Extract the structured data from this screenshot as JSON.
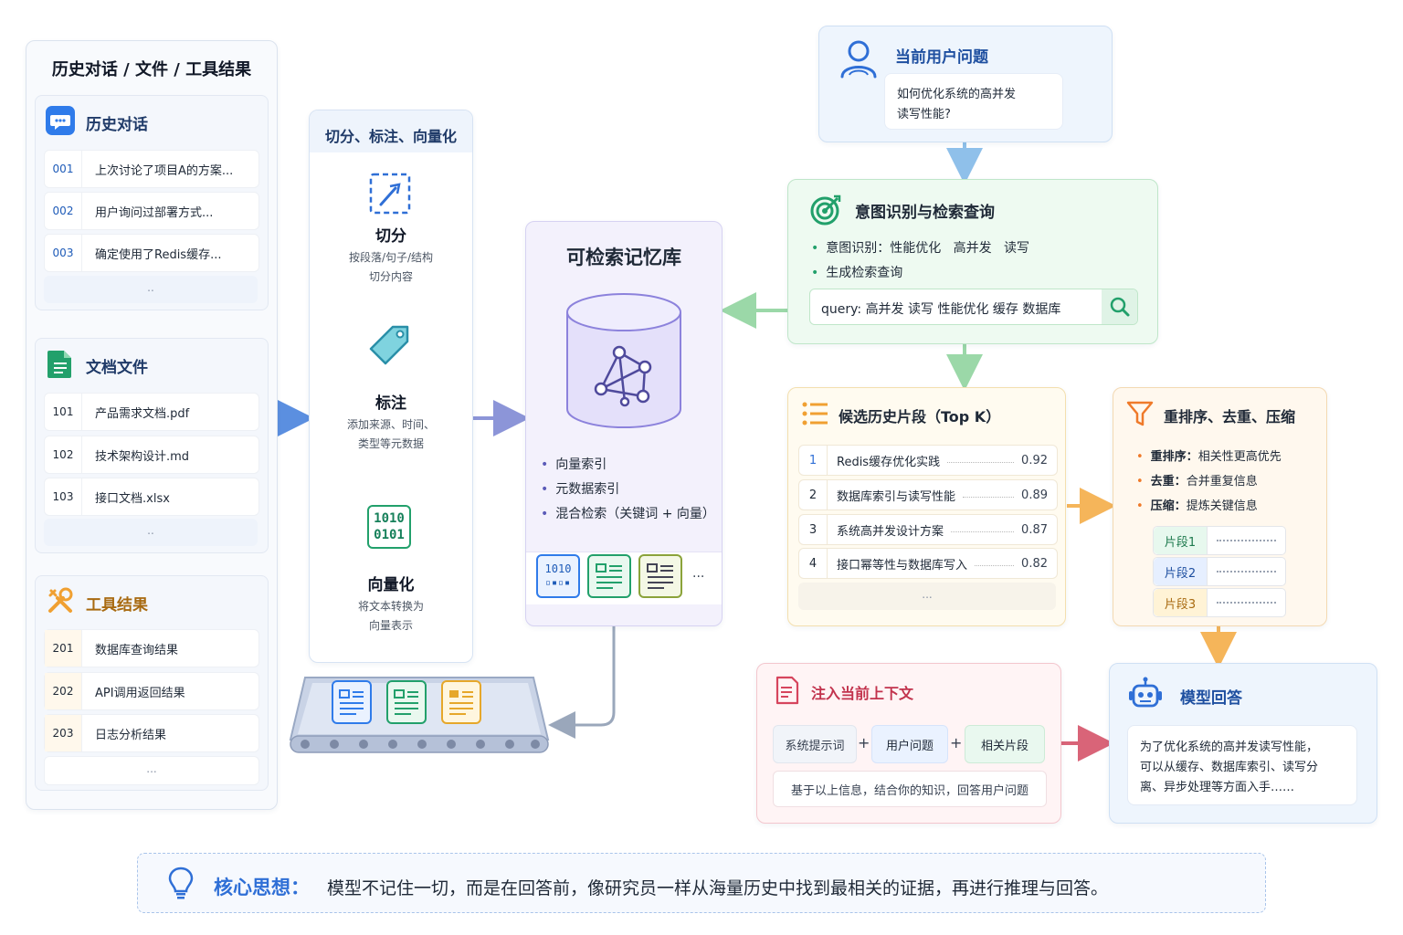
{
  "left": {
    "title": "历史对话 / 文件 / 工具结果",
    "history": {
      "title": "历史对话",
      "items": [
        {
          "id": "001",
          "text": "上次讨论了项目A的方案..."
        },
        {
          "id": "002",
          "text": "用户询问过部署方式..."
        },
        {
          "id": "003",
          "text": "确定使用了Redis缓存..."
        }
      ],
      "more": ".."
    },
    "docs": {
      "title": "文档文件",
      "items": [
        {
          "id": "101",
          "text": "产品需求文档.pdf"
        },
        {
          "id": "102",
          "text": "技术架构设计.md"
        },
        {
          "id": "103",
          "text": "接口文档.xlsx"
        }
      ],
      "more": ".."
    },
    "tools": {
      "title": "工具结果",
      "items": [
        {
          "id": "201",
          "text": "数据库查询结果"
        },
        {
          "id": "202",
          "text": "API调用返回结果"
        },
        {
          "id": "203",
          "text": "日志分析结果"
        }
      ],
      "more": "..."
    }
  },
  "process": {
    "title": "切分、标注、向量化",
    "split": {
      "title": "切分",
      "desc1": "按段落/句子/结构",
      "desc2": "切分内容"
    },
    "tag": {
      "title": "标注",
      "desc1": "添加来源、时间、",
      "desc2": "类型等元数据"
    },
    "vector": {
      "title": "向量化",
      "desc1": "将文本转换为",
      "desc2": "向量表示",
      "icon_line1": "1010",
      "icon_line2": "0101"
    }
  },
  "memory": {
    "title": "可检索记忆库",
    "bullets": [
      "向量索引",
      "元数据索引",
      "混合检索（关键词 + 向量）"
    ],
    "chip_text1": "1010",
    "more": "..."
  },
  "question": {
    "title": "当前用户问题",
    "text_line1": "如何优化系统的高并发",
    "text_line2": "读写性能?"
  },
  "intent": {
    "title": "意图识别与检索查询",
    "bullet1": "意图识别：性能优化   高并发   读写",
    "bullet2": "生成检索查询",
    "query": "query: 高并发 读写 性能优化 缓存 数据库"
  },
  "candidates": {
    "title": "候选历史片段（Top K）",
    "items": [
      {
        "rank": "1",
        "text": "Redis缓存优化实践",
        "score": "0.92"
      },
      {
        "rank": "2",
        "text": "数据库索引与读写性能",
        "score": "0.89"
      },
      {
        "rank": "3",
        "text": "系统高并发设计方案",
        "score": "0.87"
      },
      {
        "rank": "4",
        "text": "接口幂等性与数据库写入",
        "score": "0.82"
      }
    ],
    "more": "..."
  },
  "rerank": {
    "title": "重排序、去重、压缩",
    "bullets": [
      {
        "key": "重排序：",
        "val": "相关性更高优先"
      },
      {
        "key": "去重：",
        "val": "合并重复信息"
      },
      {
        "key": "压缩：",
        "val": "提炼关键信息"
      }
    ],
    "frags": [
      "片段1",
      "片段2",
      "片段3"
    ]
  },
  "inject": {
    "title": "注入当前上下文",
    "p1": "系统提示词",
    "p2": "用户问题",
    "p3": "相关片段",
    "plus": "+",
    "footer": "基于以上信息，结合你的知识，回答用户问题"
  },
  "answer": {
    "title": "模型回答",
    "line1": "为了优化系统的高并发读写性能，",
    "line2": "可以从缓存、数据库索引、读写分",
    "line3": "离、异步处理等方面入手……"
  },
  "core": {
    "label": "核心思想：",
    "text": "模型不记住一切，而是在回答前，像研究员一样从海量历史中找到最相关的证据，再进行推理与回答。"
  },
  "colors": {
    "blue": "#2f6fd6",
    "green": "#22a06b",
    "orange": "#f0a032",
    "red": "#d6455d",
    "purple": "#7c6fd6"
  }
}
